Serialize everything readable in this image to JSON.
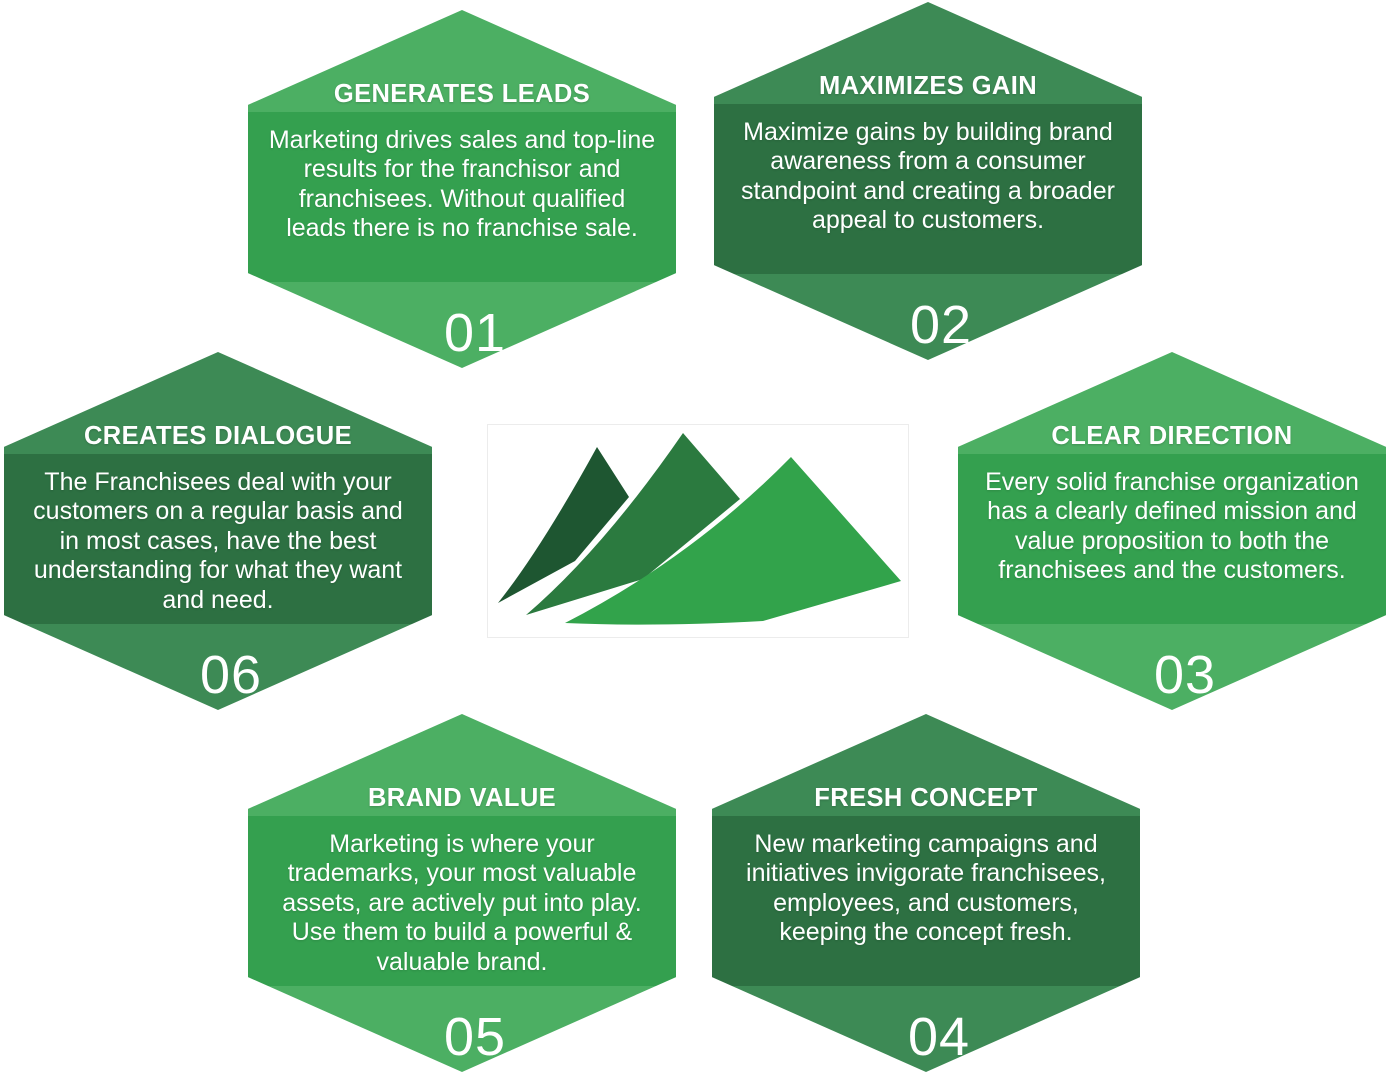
{
  "infographic": {
    "title_visible": false,
    "palette": {
      "light_outer": "#4caf63",
      "light_inner": "#34a04f",
      "dark_outer": "#3d8a55",
      "dark_inner": "#2d7042",
      "logo_dark": "#1e5631",
      "logo_mid": "#2b7a3f",
      "logo_bright": "#32a34b",
      "text": "#ffffff",
      "background": "#ffffff"
    },
    "center_logo": {
      "name": "three-peaks-logo",
      "peaks": [
        "dark",
        "mid",
        "bright"
      ]
    },
    "hexagons": [
      {
        "number": "01",
        "title": "GENERATES LEADS",
        "body": "Marketing drives sales and top-line results for the franchisor and franchisees. Without qualified leads there is no franchise sale.",
        "tone": "light"
      },
      {
        "number": "02",
        "title": "MAXIMIZES GAIN",
        "body": "Maximize gains by building brand awareness from a consumer standpoint and creating a broader appeal to customers.",
        "tone": "dark"
      },
      {
        "number": "03",
        "title": "CLEAR DIRECTION",
        "body": "Every solid franchise organization has a clearly defined mission and value proposition to both the franchisees and the customers.",
        "tone": "light"
      },
      {
        "number": "04",
        "title": "FRESH CONCEPT",
        "body": "New marketing campaigns and initiatives invigorate franchisees, employees, and customers, keeping the concept fresh.",
        "tone": "dark"
      },
      {
        "number": "05",
        "title": "BRAND VALUE",
        "body": "Marketing is where your trademarks, your most valuable assets, are actively put into play. Use them to build a powerful & valuable brand.",
        "tone": "light"
      },
      {
        "number": "06",
        "title": "CREATES DIALOGUE",
        "body": "The Franchisees deal with your customers on a regular basis and in most cases, have the best understanding for what they want and need.",
        "tone": "dark"
      }
    ]
  }
}
